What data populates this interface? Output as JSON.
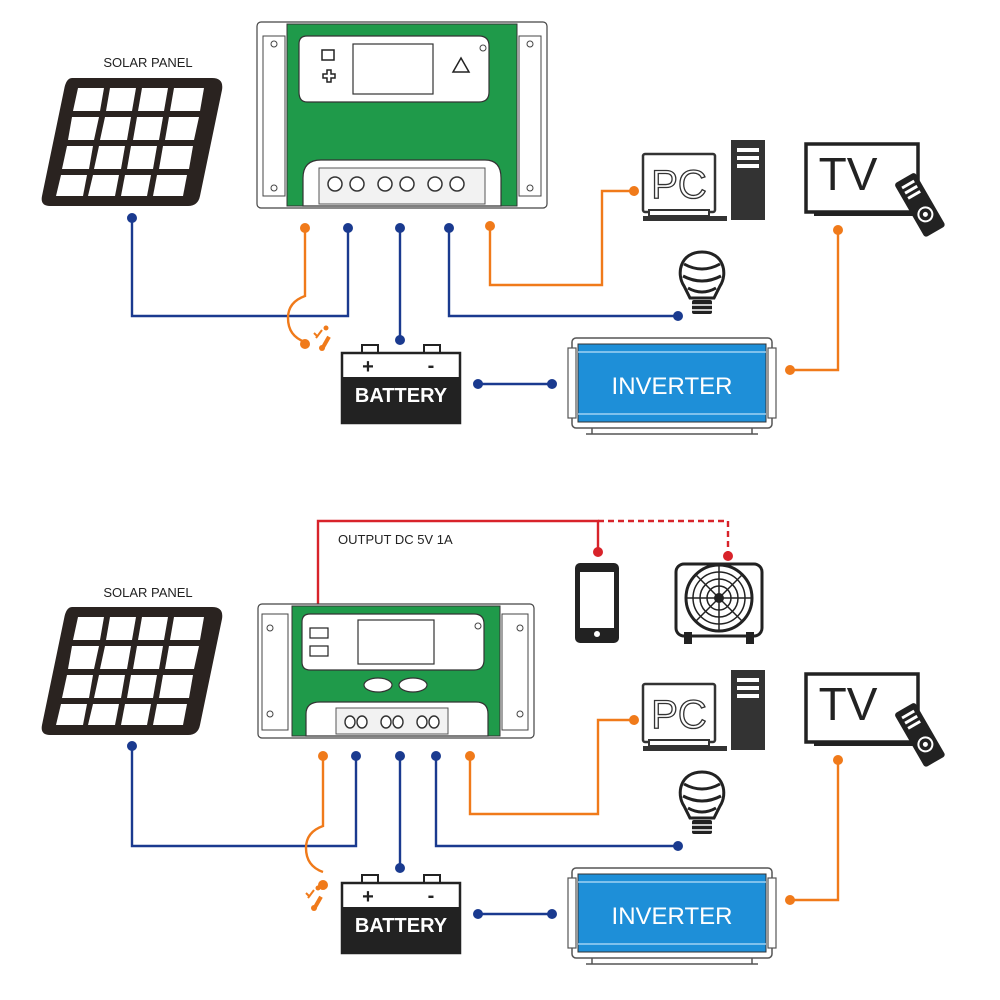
{
  "diagrams": [
    {
      "solar_panel_label": "SOLAR PANEL",
      "battery_label": "BATTERY",
      "battery_plus": "+",
      "battery_minus": "-",
      "inverter_label": "INVERTER",
      "pc_label": "PC",
      "tv_label": "TV"
    },
    {
      "solar_panel_label": "SOLAR PANEL",
      "battery_label": "BATTERY",
      "battery_plus": "+",
      "battery_minus": "-",
      "inverter_label": "INVERTER",
      "pc_label": "PC",
      "tv_label": "TV",
      "output_label": "OUTPUT DC 5V 1A"
    }
  ],
  "colors": {
    "controller_green": "#1f9a4a",
    "inverter_blue": "#1e8fd8",
    "wire_blue": "#1a3a8f",
    "wire_orange": "#f07a1a",
    "wire_red": "#d8232a",
    "battery_black": "#222222"
  },
  "icons": [
    "solar-panel-icon",
    "charge-controller-icon",
    "battery-icon",
    "inverter-icon",
    "pc-icon",
    "bulb-icon",
    "tv-icon",
    "remote-icon",
    "temperature-sensor-icon",
    "phone-icon",
    "fan-icon"
  ]
}
